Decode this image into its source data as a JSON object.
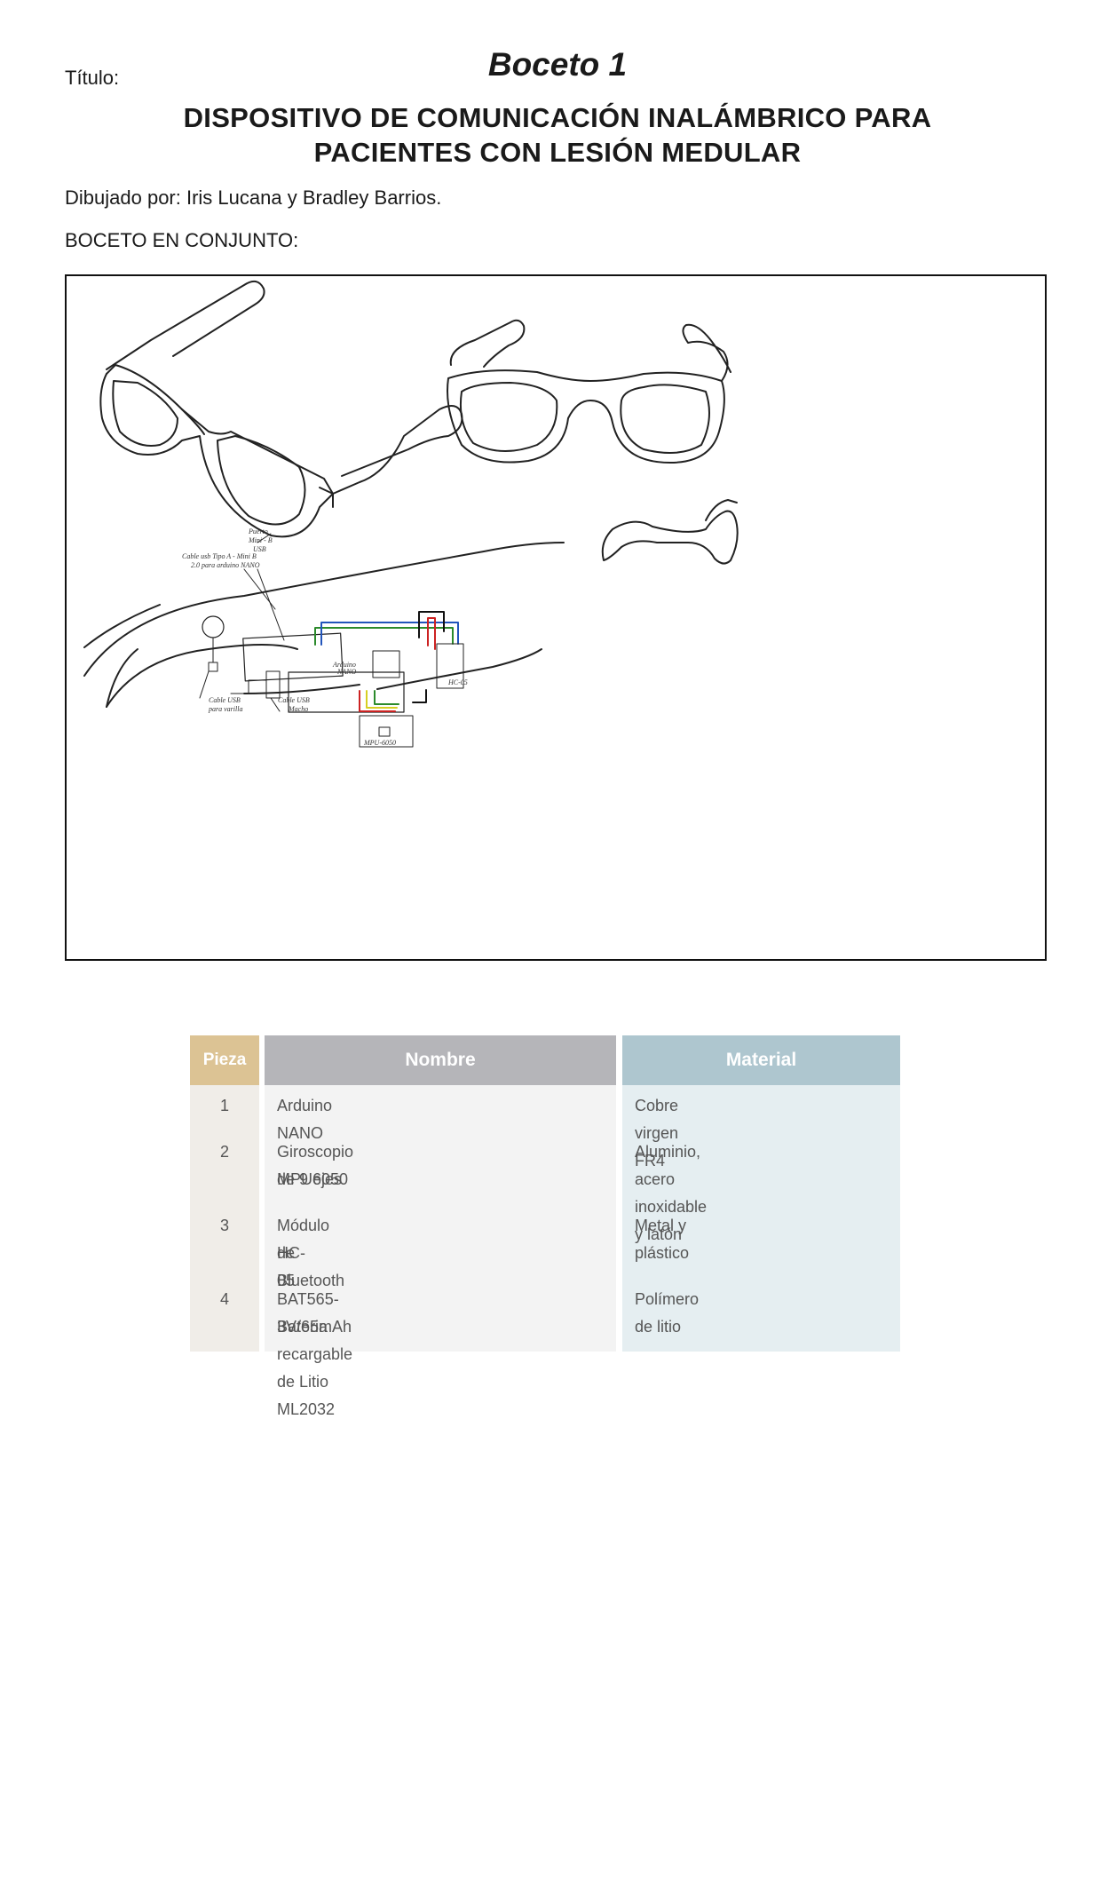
{
  "header": {
    "titulo_label": "Título:",
    "boceto_title": "Boceto 1",
    "main_title_line1": "DISPOSITIVO DE COMUNICACIÓN INALÁMBRICO PARA",
    "main_title_line2": "PACIENTES CON LESIÓN MEDULAR",
    "drawn_by": "Dibujado por: Iris Lucana y Bradley Barrios.",
    "section_label": "BOCETO EN CONJUNTO:"
  },
  "sketch": {
    "annotations": {
      "puerto": "Puerto",
      "mini_b": "Mini - B",
      "usb": "USB",
      "cable_tipo_a_line1": "Cable usb Tipo A - Mini B",
      "cable_tipo_a_line2": "2.0 para arduino NANO",
      "arduino_line1": "Arduino",
      "arduino_line2": "NANO",
      "cable_usb_line1": "Cable USB",
      "cable_usb_line2": "para varilla",
      "cable_usb_macho_line1": "Cable USB",
      "cable_usb_macho_line2": "Macho",
      "mpu": "MPU-6050",
      "hc05": "HC-05"
    }
  },
  "table": {
    "headers": {
      "pieza": "Pieza",
      "nombre": "Nombre",
      "material": "Material"
    },
    "rows": [
      {
        "pieza": "1",
        "nombre_l1": "Arduino NANO",
        "nombre_l2": "",
        "material": "Cobre virgen FR4"
      },
      {
        "pieza": "2",
        "nombre_l1": "Giroscopio de 9 ejes",
        "nombre_l2": "MPU6050",
        "material": "Aluminio, acero inoxidable y latón"
      },
      {
        "pieza": "3",
        "nombre_l1": "Módulo de Bluetooth",
        "nombre_l2": "HC-05",
        "material": "Metal y plástico"
      },
      {
        "pieza": "4",
        "nombre_l1": "BAT565-Bateria recargable de Litio ML2032",
        "nombre_l2": "3V/65mAh",
        "material": "Polímero de litio"
      }
    ],
    "colors": {
      "pieza_header": "#dcc394",
      "nombre_header": "#b5b5b9",
      "material_header": "#aec6cf",
      "pieza_body": "#f0ede8",
      "nombre_body": "#f3f3f3",
      "material_body": "#e5eef1"
    }
  }
}
